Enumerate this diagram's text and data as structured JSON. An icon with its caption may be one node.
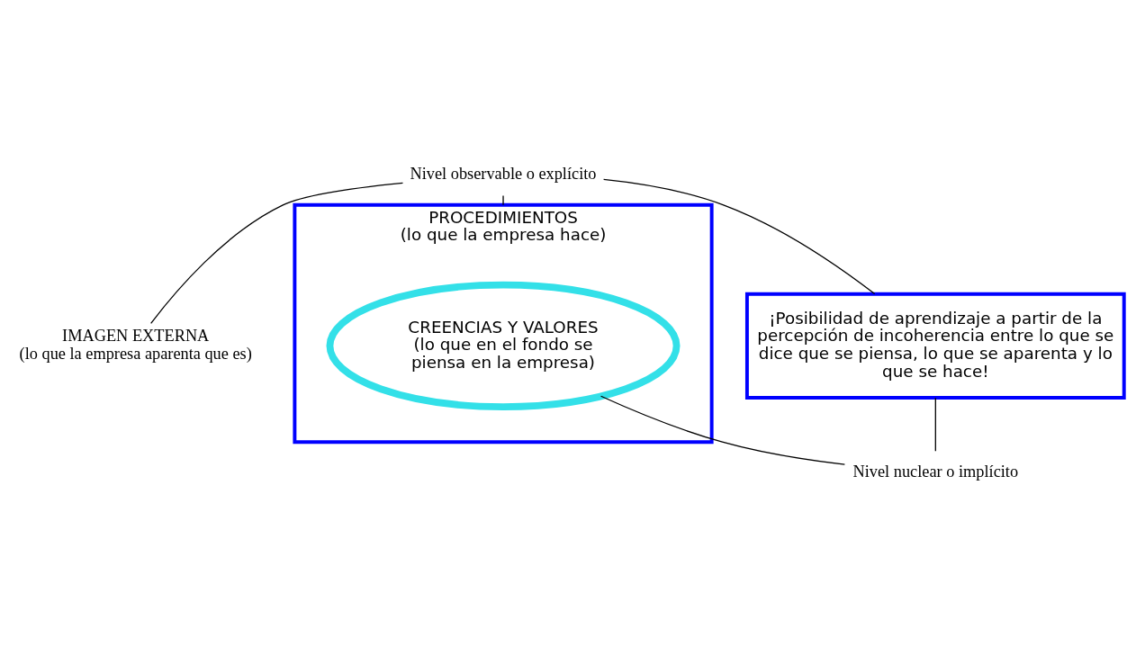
{
  "diagram": {
    "nodes": [
      {
        "text": [
          "IMAGEN EXTERNA",
          "(lo que la empresa aparenta que es)"
        ]
      },
      {
        "text": [
          "Nivel observable o explícito"
        ]
      },
      {
        "text": [
          "PROCEDIMIENTOS",
          "(lo que la empresa hace)"
        ]
      },
      {
        "text": [
          "CREENCIAS Y VALORES",
          "(lo que en el fondo se piensa en la empresa)"
        ],
        "in": 2
      },
      {
        "text": [
          "¡Posibilidad de aprendizaje a partir de la percepción de incoherencia entre lo que se dice que se piensa, lo que se aparenta y lo que se hace!"
        ]
      },
      {
        "text": [
          "Nivel nuclear o implícito"
        ]
      }
    ],
    "edges": [
      {
        "from": 1,
        "to": 0,
        "arrow": "none"
      },
      {
        "from": 1,
        "to": 2,
        "arrow": "none"
      },
      {
        "from": 1,
        "to": 4,
        "arrow": "none"
      },
      {
        "from": 4,
        "to": 5,
        "arrow": "none"
      },
      {
        "from": 5,
        "to": 3,
        "arrow": "none"
      }
    ]
  }
}
